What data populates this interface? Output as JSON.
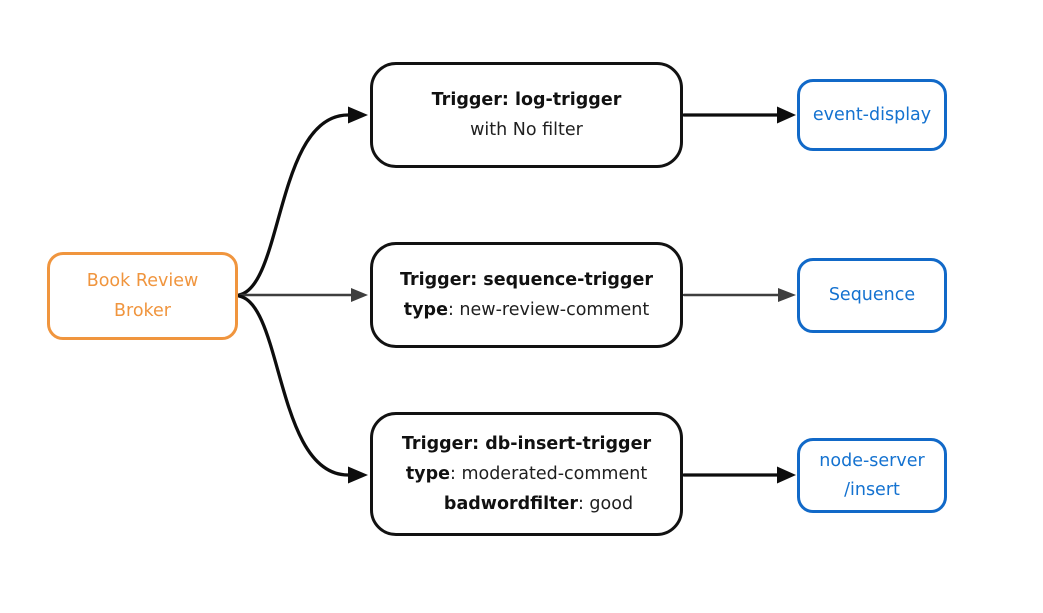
{
  "colors": {
    "orange": "#F0953E",
    "blue": "#1169C8",
    "blue-text": "#1472D0",
    "box-black": "#121212",
    "text-black": "#202020",
    "edge-black": "#0d0d0d",
    "edge-gray": "#3e3e3e",
    "bg": "#ffffff"
  },
  "broker": {
    "lines": [
      "Book Review",
      "Broker"
    ]
  },
  "triggers": [
    {
      "title": "Trigger: log-trigger",
      "line2_bold": "",
      "line2_rest": "with No filter"
    },
    {
      "title": "Trigger: sequence-trigger",
      "line2_bold": "type",
      "line2_rest": ": new-review-comment"
    },
    {
      "title": "Trigger: db-insert-trigger",
      "line2_bold": "type",
      "line2_rest": ": moderated-comment",
      "line3_bold": "badwordfilter",
      "line3_rest": ": good"
    }
  ],
  "sinks": [
    {
      "lines": [
        "event-display"
      ]
    },
    {
      "lines": [
        "Sequence"
      ]
    },
    {
      "lines": [
        "node-server",
        "/insert"
      ]
    }
  ],
  "edges": [
    {
      "from": "broker",
      "to": "log-trigger",
      "style": "curved",
      "color": "#0d0d0d"
    },
    {
      "from": "broker",
      "to": "sequence-trigger",
      "style": "straight",
      "color": "#3e3e3e"
    },
    {
      "from": "broker",
      "to": "db-insert-trigger",
      "style": "curved",
      "color": "#0d0d0d"
    },
    {
      "from": "log-trigger",
      "to": "event-display",
      "style": "straight",
      "color": "#0d0d0d"
    },
    {
      "from": "sequence-trigger",
      "to": "Sequence",
      "style": "straight",
      "color": "#3e3e3e"
    },
    {
      "from": "db-insert-trigger",
      "to": "node-server/insert",
      "style": "straight",
      "color": "#0d0d0d"
    }
  ]
}
